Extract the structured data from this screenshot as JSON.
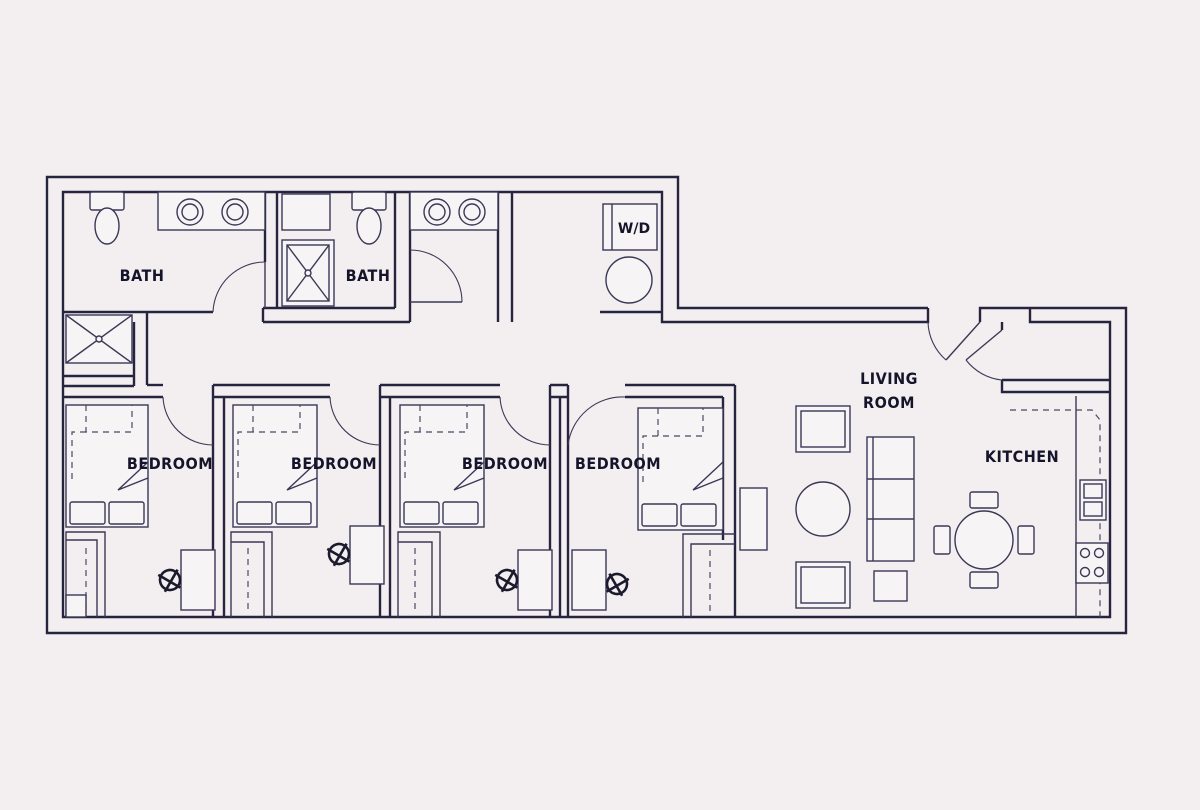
{
  "rooms": {
    "bath_left": "BATH",
    "bath_right": "BATH",
    "bedroom_1": "BEDROOM",
    "bedroom_2": "BEDROOM",
    "bedroom_3": "BEDROOM",
    "bedroom_4": "BEDROOM",
    "living_line1": "LIVING",
    "living_line2": "ROOM",
    "kitchen": "KITCHEN"
  },
  "appliances": {
    "washer_dryer": "W/D"
  },
  "colors": {
    "background": "#f3eff0",
    "lines": "#26243f"
  }
}
